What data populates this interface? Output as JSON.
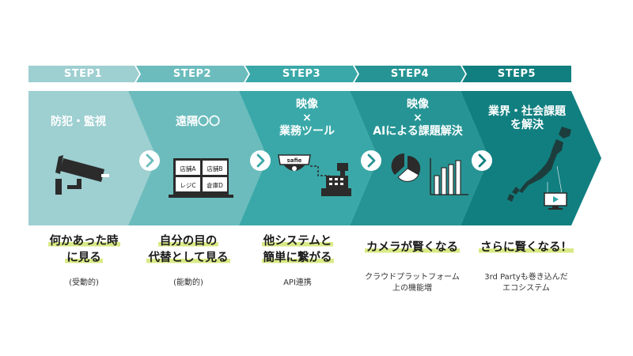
{
  "colors": {
    "step1": "#9ecfd1",
    "step2": "#6cbcbd",
    "step3": "#3aa8a8",
    "step4": "#269494",
    "step5": "#117f80",
    "highlight": "#d8ea86",
    "icon_dark": "#2b2b2b"
  },
  "steps": [
    {
      "label": "STEP1",
      "title_lines": [
        "防犯・監視"
      ],
      "headline_lines": [
        "何かあった時",
        "に見る"
      ],
      "sub_lines": [
        "(受動的)"
      ],
      "icon": "security-camera-icon"
    },
    {
      "label": "STEP2",
      "title_lines": [
        "遠隔〇〇"
      ],
      "headline_lines": [
        "自分の目の",
        "代替として見る"
      ],
      "sub_lines": [
        "(能動的)"
      ],
      "icon": "remote-monitor-icon",
      "screen_cells": [
        "店舗A",
        "店舗B",
        "レジC",
        "倉庫D"
      ]
    },
    {
      "label": "STEP3",
      "title_lines": [
        "映像",
        "×",
        "業務ツール"
      ],
      "headline_lines": [
        "他システムと",
        "簡単に繋がる"
      ],
      "sub_lines": [
        "API連携"
      ],
      "icon": "camera-register-icon",
      "camera_label": "safie"
    },
    {
      "label": "STEP4",
      "title_lines": [
        "映像",
        "×",
        "AIによる課題解決"
      ],
      "headline_lines": [
        "カメラが賢くなる"
      ],
      "sub_lines": [
        "クラウドプラットフォーム",
        "上の機能増"
      ],
      "icon": "analytics-chart-icon"
    },
    {
      "label": "STEP5",
      "title_lines": [
        "業界・社会課題",
        "を解決"
      ],
      "headline_lines": [
        "さらに賢くなる！"
      ],
      "sub_lines": [
        "3rd Partyも巻き込んだ",
        "エコシステム"
      ],
      "icon": "japan-map-icon"
    }
  ]
}
